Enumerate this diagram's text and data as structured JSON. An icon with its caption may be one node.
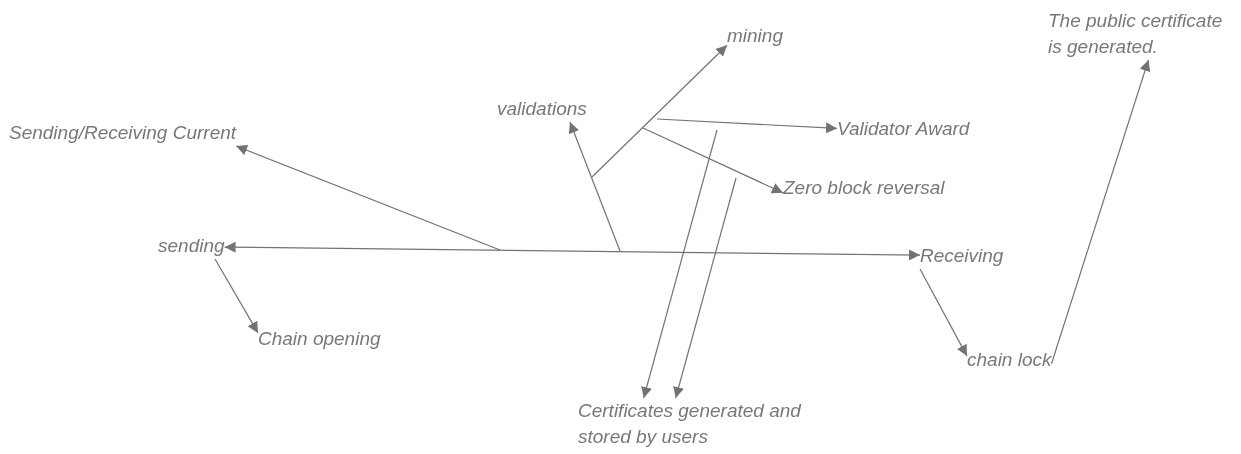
{
  "diagram": {
    "nodes": [
      {
        "text": [
          "The public certificate is generated."
        ]
      },
      {
        "text": [
          "mining"
        ]
      },
      {
        "text": [
          "validations"
        ]
      },
      {
        "text": [
          "Validator Award"
        ]
      },
      {
        "text": [
          "Sending/Receiving Current"
        ]
      },
      {
        "text": [
          "Zero block reversal"
        ]
      },
      {
        "text": [
          "sending"
        ]
      },
      {
        "text": [
          "Receiving"
        ]
      },
      {
        "text": [
          "Chain opening"
        ]
      },
      {
        "text": [
          "chain lock"
        ]
      },
      {
        "text": [
          "Certificates generated and stored by users"
        ]
      }
    ],
    "edges": [
      {
        "from": null,
        "to": 4,
        "arrow": "to"
      },
      {
        "from": 6,
        "to": 7,
        "arrow": "both"
      },
      {
        "from": null,
        "to": 2,
        "arrow": "to"
      },
      {
        "from": null,
        "to": 1,
        "arrow": "to"
      },
      {
        "from": null,
        "to": 3,
        "arrow": "to"
      },
      {
        "from": null,
        "to": 5,
        "arrow": "to"
      },
      {
        "from": null,
        "to": 10,
        "arrow": "to"
      },
      {
        "from": null,
        "to": 10,
        "arrow": "to"
      },
      {
        "from": 6,
        "to": 8,
        "arrow": "to"
      },
      {
        "from": 7,
        "to": 9,
        "arrow": "to"
      },
      {
        "from": 9,
        "to": 0,
        "arrow": "to"
      }
    ]
  }
}
